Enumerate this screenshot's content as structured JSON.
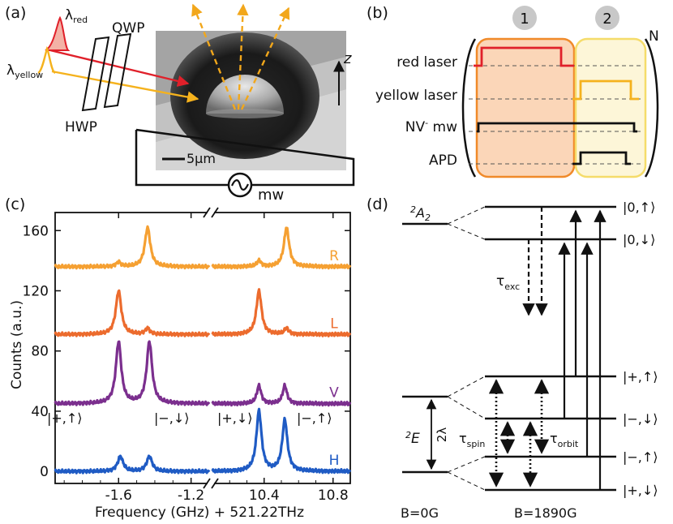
{
  "panels": {
    "a": {
      "label": "(a)",
      "lambda": "λ",
      "red_sub": "red",
      "yellow_sub": "yellow",
      "qwp": "QWP",
      "hwp": "HWP",
      "z": "z",
      "scale": "5µm",
      "mw": "mw"
    },
    "b": {
      "label": "(b)",
      "col1": "1",
      "col2": "2",
      "N": "N",
      "rows": [
        "red laser",
        "yellow laser",
        "NV",
        "APD"
      ],
      "nv_sup": "-",
      "nv_rest": " mw"
    },
    "c": {
      "label": "(c)",
      "ylabel": "Counts (a.u.)",
      "xlabel": "Frequency  (GHz) + 521.22THz",
      "state_labels": [
        "|+,↑⟩",
        "|−,↓⟩",
        "|+,↓⟩",
        "|−,↑⟩"
      ]
    },
    "d": {
      "label": "(d)",
      "A2": "A",
      "A2_pre": "2",
      "A2_sub": "2",
      "E": "E",
      "E_pre": "2",
      "two_lambda": "2λ",
      "tau": "τ",
      "exc": "exc",
      "spin": "spin",
      "orbit": "orbit",
      "levels": [
        "|0,↑⟩",
        "|0,↓⟩",
        "|+,↑⟩",
        "|−,↓⟩",
        "|−,↑⟩",
        "|+,↓⟩"
      ],
      "b0": "B=0G",
      "b1": "B=1890G"
    }
  },
  "chart_data": {
    "type": "line",
    "title": "",
    "xlabel": "Frequency  (GHz) + 521.22THz",
    "ylabel": "Counts (a.u.)",
    "ylim": [
      -8,
      172
    ],
    "yticks": [
      0,
      40,
      80,
      120,
      160
    ],
    "broken_x_axis": true,
    "x_segments": [
      {
        "xlim": [
          -1.95,
          -1.1
        ],
        "xticks": [
          -1.6,
          -1.2
        ],
        "ticklabels": [
          "-1.6",
          "-1.2"
        ]
      },
      {
        "xlim": [
          10.1,
          10.9
        ],
        "xticks": [
          10.4,
          10.8
        ],
        "ticklabels": [
          "10.4",
          "10.8"
        ]
      }
    ],
    "series": [
      {
        "name": "R",
        "color": "#f5a032",
        "baseline": 136,
        "peaks": [
          {
            "x": -1.6,
            "h": 3,
            "w": 0.015
          },
          {
            "x": -1.44,
            "h": 26,
            "w": 0.018
          },
          {
            "x": 10.37,
            "h": 4,
            "w": 0.015
          },
          {
            "x": 10.53,
            "h": 26,
            "w": 0.018
          }
        ]
      },
      {
        "name": "L",
        "color": "#ec6b2d",
        "baseline": 91,
        "peaks": [
          {
            "x": -1.6,
            "h": 29,
            "w": 0.018
          },
          {
            "x": -1.44,
            "h": 4,
            "w": 0.015
          },
          {
            "x": 10.37,
            "h": 29,
            "w": 0.018
          },
          {
            "x": 10.53,
            "h": 4,
            "w": 0.015
          }
        ]
      },
      {
        "name": "V",
        "color": "#7b2f8e",
        "baseline": 45,
        "peaks": [
          {
            "x": -1.6,
            "h": 41,
            "w": 0.018
          },
          {
            "x": -1.43,
            "h": 41,
            "w": 0.018
          },
          {
            "x": 10.37,
            "h": 12,
            "w": 0.015
          },
          {
            "x": 10.52,
            "h": 12,
            "w": 0.015
          }
        ]
      },
      {
        "name": "H",
        "color": "#1f5bc4",
        "baseline": 0,
        "peaks": [
          {
            "x": -1.59,
            "h": 10,
            "w": 0.018
          },
          {
            "x": -1.43,
            "h": 10,
            "w": 0.018
          },
          {
            "x": 10.37,
            "h": 40,
            "w": 0.018
          },
          {
            "x": 10.52,
            "h": 34,
            "w": 0.018
          }
        ]
      }
    ]
  }
}
